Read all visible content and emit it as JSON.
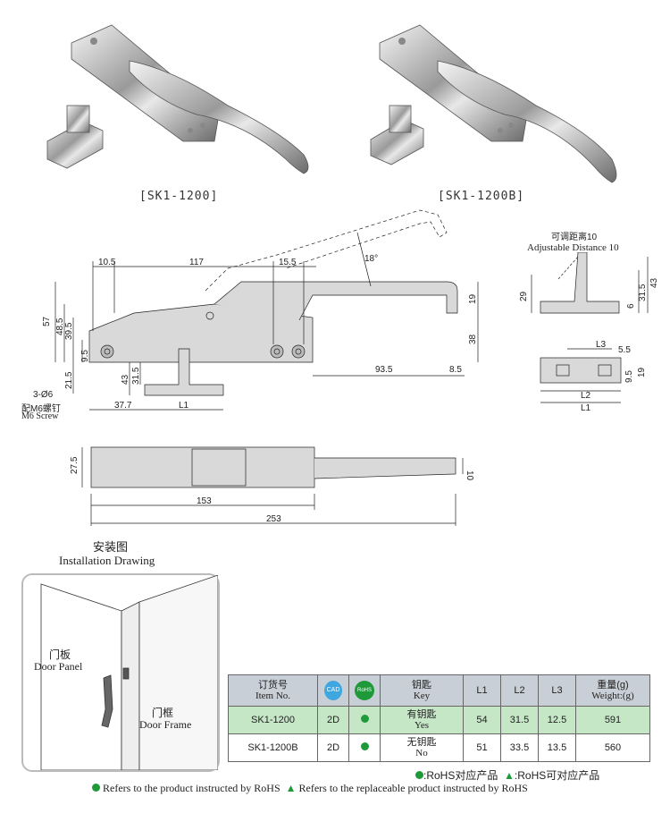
{
  "products": [
    {
      "caption": "[SK1-1200]"
    },
    {
      "caption": "[SK1-1200B]"
    }
  ],
  "side_view": {
    "dims": {
      "d10_5": "10.5",
      "d117": "117",
      "d15_5": "15.5",
      "d18": "18°",
      "d57": "57",
      "d48_5": "48.5",
      "d39_5": "39.5",
      "d9_5": "9.5",
      "d21_5": "21.5",
      "d43": "43",
      "d31_5": "31.5",
      "d19": "19",
      "d38": "38",
      "d93_5": "93.5",
      "d8_5": "8.5",
      "d37_7": "37.7",
      "dL1": "L1"
    },
    "hole_note": "3-Ø6",
    "screw_cn": "配M6螺钉",
    "screw_en": "M6 Screw"
  },
  "adjust_view": {
    "title_cn": "可调距离10",
    "title_en": "Adjustable Distance 10",
    "dims": {
      "d29": "29",
      "d43": "43",
      "d31_5": "31.5",
      "d6": "6",
      "dL3": "L3",
      "d5_5": "5.5",
      "d9_5": "9.5",
      "d19": "19",
      "dL2": "L2",
      "dL1": "L1"
    }
  },
  "top_view": {
    "dims": {
      "d27_5": "27.5",
      "d10": "10",
      "d153": "153",
      "d253": "253"
    }
  },
  "installation": {
    "title_cn": "安装图",
    "title_en": "Installation Drawing",
    "door_panel_cn": "门板",
    "door_panel_en": "Door Panel",
    "door_frame_cn": "门框",
    "door_frame_en": "Door Frame"
  },
  "spec_table": {
    "headers": {
      "item_cn": "订货号",
      "item_en": "Item No.",
      "cad_icon": "CAD",
      "rohs_icon": "RoHS",
      "key_cn": "钥匙",
      "key_en": "Key",
      "l1": "L1",
      "l2": "L2",
      "l3": "L3",
      "weight_cn": "重量(g)",
      "weight_en": "Weight:(g)"
    },
    "rows": [
      {
        "item": "SK1-1200",
        "cad": "2D",
        "key_cn": "有钥匙",
        "key_en": "Yes",
        "l1": "54",
        "l2": "31.5",
        "l3": "12.5",
        "weight": "591"
      },
      {
        "item": "SK1-1200B",
        "cad": "2D",
        "key_cn": "无钥匙",
        "key_en": "No",
        "l1": "51",
        "l2": "33.5",
        "l3": "13.5",
        "weight": "560"
      }
    ],
    "note_cn_1": ":RoHS对应产品",
    "note_cn_2": ":RoHS可对应产品",
    "note_en_1": "Refers to the product instructed by RoHS",
    "note_en_2": "Refers to the replaceable product instructed by RoHS"
  },
  "colors": {
    "rohs_green": "#1f9a3a",
    "table_head": "#c9cfd6",
    "row_highlight": "#c5e7c6",
    "part_fill": "#d9d9d9"
  }
}
